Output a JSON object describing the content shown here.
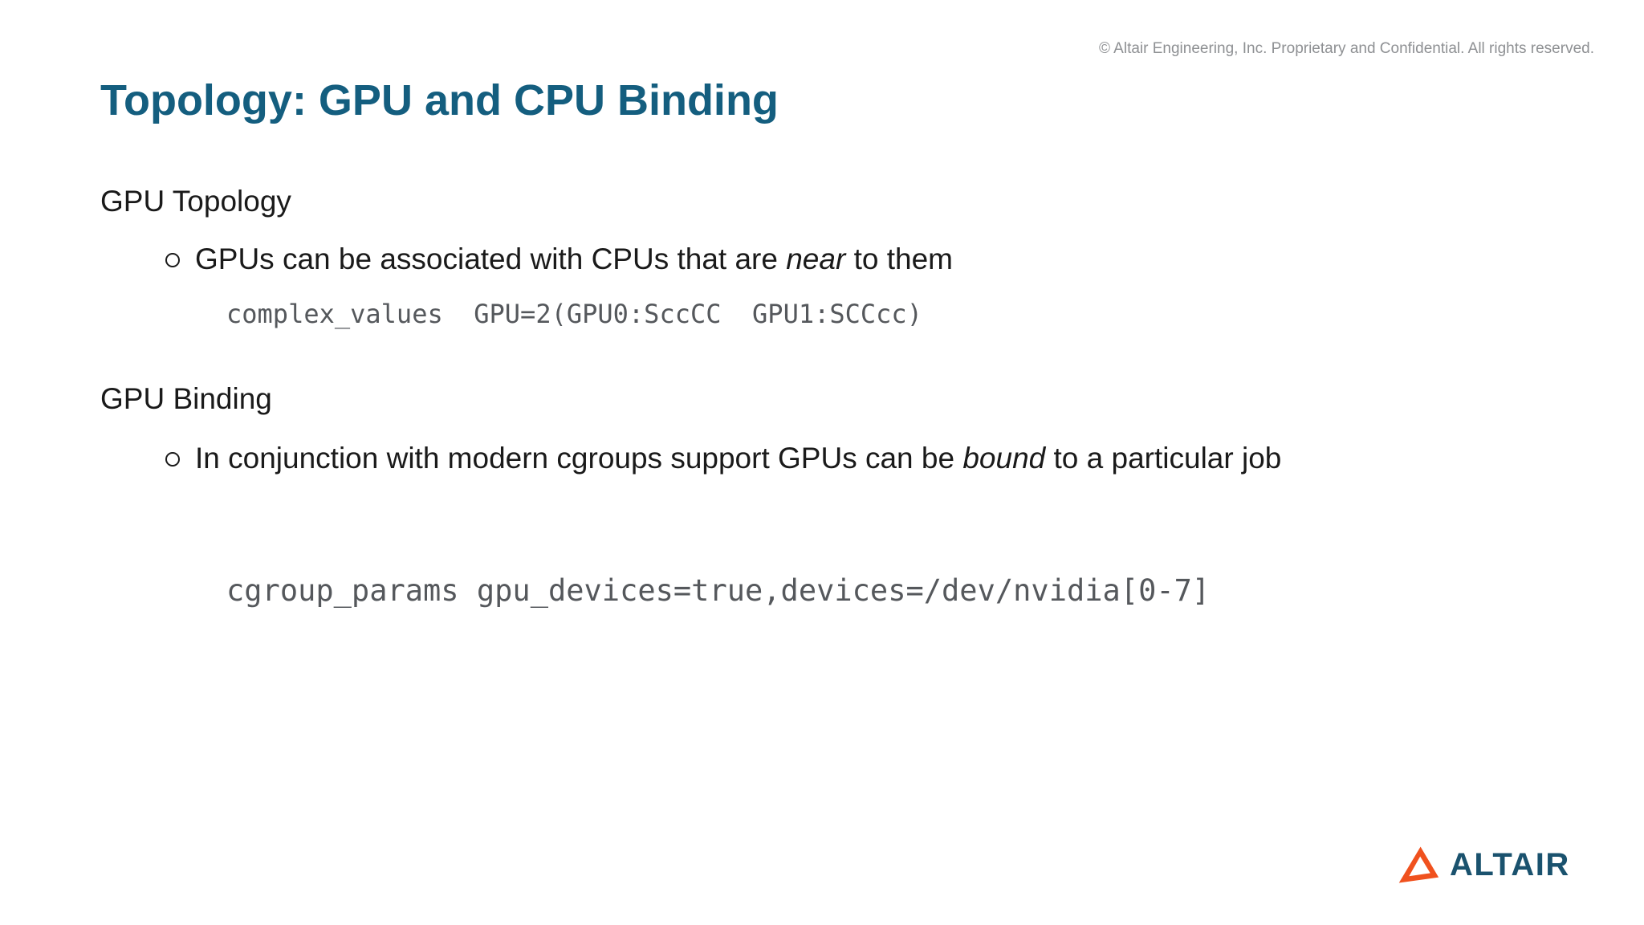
{
  "slide": {
    "copyright": "© Altair Engineering, Inc. Proprietary and Confidential. All rights reserved.",
    "title": "Topology: GPU and CPU Binding",
    "sections": [
      {
        "heading": "GPU Topology",
        "bullet": {
          "pre": "GPUs can be associated with CPUs that are ",
          "emphasis": "near",
          "post": " to them"
        },
        "code": "complex_values  GPU=2(GPU0:SccCC  GPU1:SCCcc)"
      },
      {
        "heading": "GPU Binding",
        "bullet": {
          "pre": "In conjunction with modern cgroups support GPUs can be ",
          "emphasis": "bound",
          "post": " to a particular job"
        },
        "code": "cgroup_params gpu_devices=true,devices=/dev/nvidia[0-7]"
      }
    ],
    "logo": {
      "text": "ALTAIR"
    },
    "icons": {
      "bullet": "hollow-circle",
      "logo": "altair-triangle"
    },
    "colors": {
      "title": "#145E7F",
      "body": "#1A1A1A",
      "code": "#55585C",
      "muted": "#8E9093",
      "logo_orange": "#F0511E",
      "logo_blue": "#1A526E"
    }
  }
}
